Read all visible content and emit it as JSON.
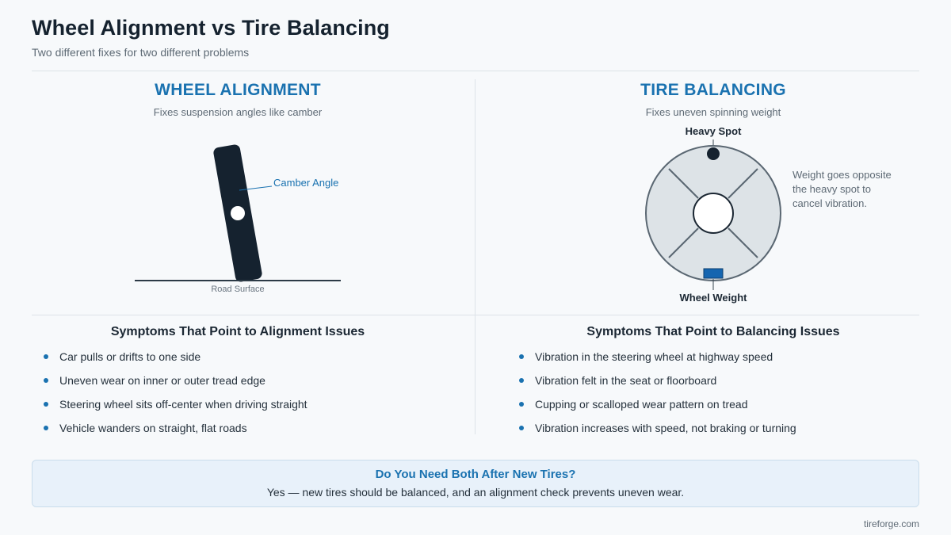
{
  "header": {
    "title": "Wheel Alignment vs Tire Balancing",
    "subtitle": "Two different fixes for two different problems"
  },
  "alignment": {
    "title": "WHEEL ALIGNMENT",
    "subtitle": "Fixes suspension angles like camber",
    "diagram": {
      "camber_label": "Camber Angle",
      "road_label": "Road Surface"
    },
    "symptoms_title": "Symptoms That Point to Alignment Issues",
    "symptoms": [
      "Car pulls or drifts to one side",
      "Uneven wear on inner or outer tread edge",
      "Steering wheel sits off-center when driving straight",
      "Vehicle wanders on straight, flat roads"
    ]
  },
  "balancing": {
    "title": "TIRE BALANCING",
    "subtitle": "Fixes uneven spinning weight",
    "diagram": {
      "heavy_spot_label": "Heavy Spot",
      "wheel_weight_label": "Wheel Weight",
      "note_lines": [
        "Weight goes opposite",
        "the heavy spot to",
        "cancel vibration."
      ]
    },
    "symptoms_title": "Symptoms That Point to Balancing Issues",
    "symptoms": [
      "Vibration in the steering wheel at highway speed",
      "Vibration felt in the seat or floorboard",
      "Cupping or scalloped wear pattern on tread",
      "Vibration increases with speed, not braking or turning"
    ]
  },
  "callout": {
    "title": "Do You Need Both After New Tires?",
    "text": "Yes — new tires should be balanced, and an alignment check prevents uneven wear."
  },
  "footer": {
    "brand": "tireforge.com"
  },
  "colors": {
    "accent": "#1a72b0",
    "tire": "#15222f",
    "wheel_fill": "#dde3e7",
    "weight": "#1565b0"
  }
}
